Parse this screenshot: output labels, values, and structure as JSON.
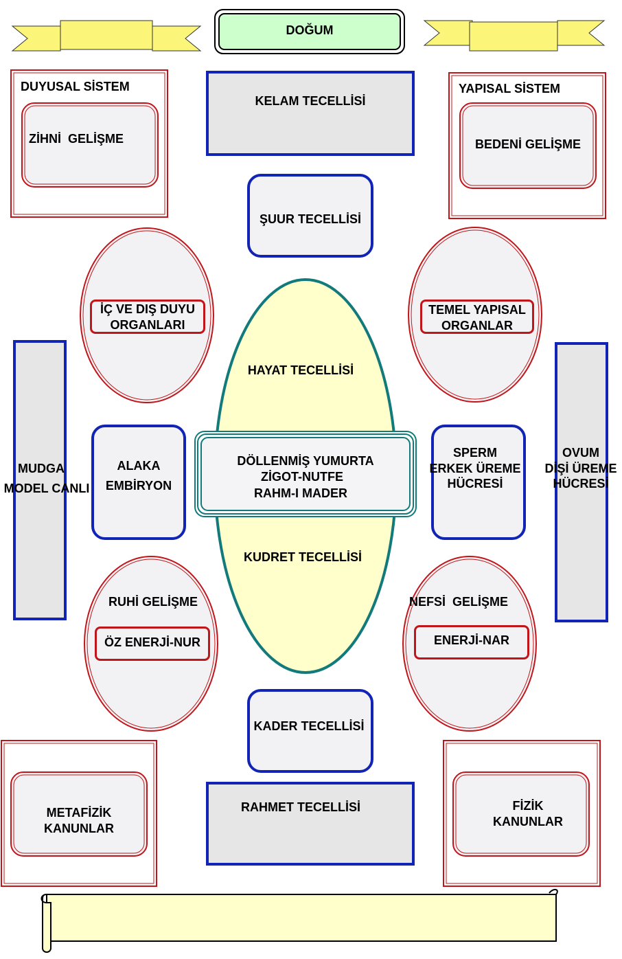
{
  "top": {
    "dogum": "DOĞUM"
  },
  "left_top": {
    "title": "DUYUSAL SİSTEM",
    "inner": "ZİHNİ  GELİŞME"
  },
  "right_top": {
    "title": "YAPISAL SİSTEM",
    "inner": "BEDENİ GELİŞME"
  },
  "kelam": "KELAM TECELLİSİ",
  "suur": "ŞUUR TECELLİSİ",
  "hayat": "HAYAT TECELLİSİ",
  "kudret": "KUDRET TECELLİSİ",
  "kader": "KADER TECELLİSİ",
  "rahmet": "RAHMET TECELLİSİ",
  "duyu": [
    "İÇ VE DIŞ DUYU",
    "ORGANLARI"
  ],
  "temel": [
    "TEMEL YAPISAL",
    "ORGANLAR"
  ],
  "center": [
    "DÖLLENMİŞ YUMURTA",
    "ZİGOT-NUTFE",
    "RAHM-I MADER"
  ],
  "alaka": [
    "ALAKA",
    "EMBİRYON"
  ],
  "mudga": [
    "MUDGA",
    "MODEL CANLI"
  ],
  "sperm": [
    "SPERM",
    "ERKEK ÜREME",
    "HÜCRESİ"
  ],
  "ovum": [
    "OVUM",
    "DİŞİ ÜREME",
    "HÜCRESİ"
  ],
  "ruhi": {
    "title": "RUHİ GELİŞME",
    "inner": "ÖZ ENERJİ-NUR"
  },
  "nefsi": {
    "title": "NEFSİ  GELİŞME",
    "inner": "ENERJİ-NAR"
  },
  "metafizik": [
    "METAFİZİK",
    "KANUNLAR"
  ],
  "fizik": [
    "FİZİK",
    "KANUNLAR"
  ],
  "colors": {
    "red": "#c0161a",
    "blue": "#1224b4",
    "teal": "#127a7a",
    "banner": "#fbf57a",
    "scroll": "#ffffcc",
    "green": "#ccffcc"
  }
}
